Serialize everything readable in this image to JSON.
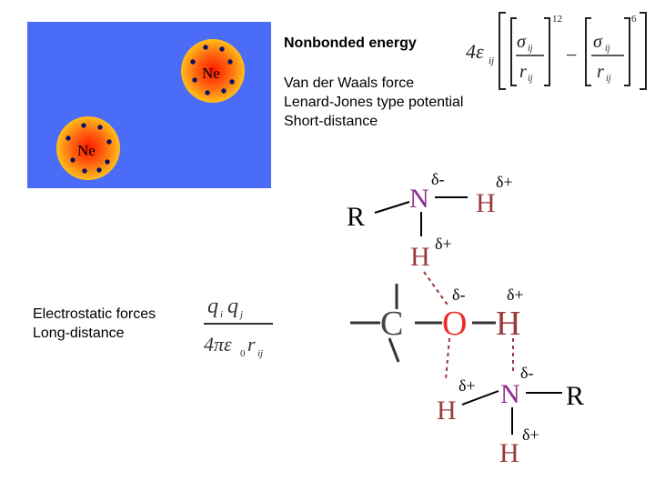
{
  "texts": {
    "title": "Nonbonded energy",
    "vdw_line1": "Van der Waals force",
    "vdw_line2": "Lenard-Jones type potential",
    "vdw_line3": "Short-distance",
    "elec_line1": "Electrostatic forces",
    "elec_line2": "Long-distance"
  },
  "atoms": {
    "neon": "Ne"
  },
  "formulas": {
    "lj_prefix": "4ε",
    "lj_prefix_sub": "ij",
    "sigma": "σ",
    "r": "r",
    "sub_ij": "ij",
    "exp12": "12",
    "exp6": "6",
    "minus": "−",
    "q": "q",
    "sub_i": "i",
    "sub_j": "j",
    "coulomb_denom": "4πε",
    "eps_sub": "0"
  },
  "molecule": {
    "R": "R",
    "N": "N",
    "H": "H",
    "C": "C",
    "O": "O",
    "delta_minus": "δ-",
    "delta_plus": "δ+"
  },
  "colors": {
    "panel_bg": "#4a6cf7",
    "atom_center": "#ff1500",
    "atom_edge": "#ffbe1a",
    "electron": "#0d1260",
    "nitrogen": "#8e2a8e",
    "oxygen": "#ee2a2a",
    "hydrogen": "#9b3a3a",
    "delta": "#000000"
  }
}
